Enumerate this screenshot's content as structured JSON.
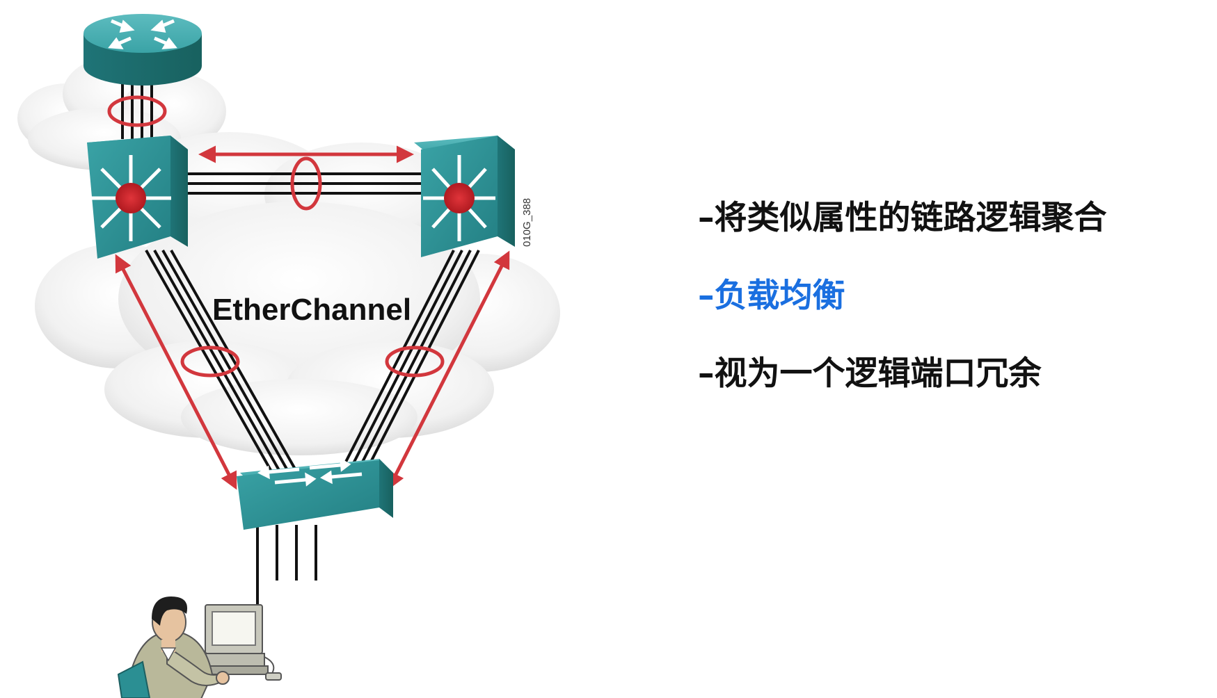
{
  "diagram": {
    "center_label": "EtherChannel",
    "figure_code": "010G_388"
  },
  "bullets": [
    {
      "text": "–将类似属性的链路逻辑聚合",
      "highlighted": false
    },
    {
      "text": "–负载均衡",
      "highlighted": true
    },
    {
      "text": "–视为一个逻辑端口冗余",
      "highlighted": false
    }
  ],
  "colors": {
    "device_teal": "#2b8f93",
    "link_red": "#d2373d",
    "highlight_blue": "#1a6fe0"
  }
}
